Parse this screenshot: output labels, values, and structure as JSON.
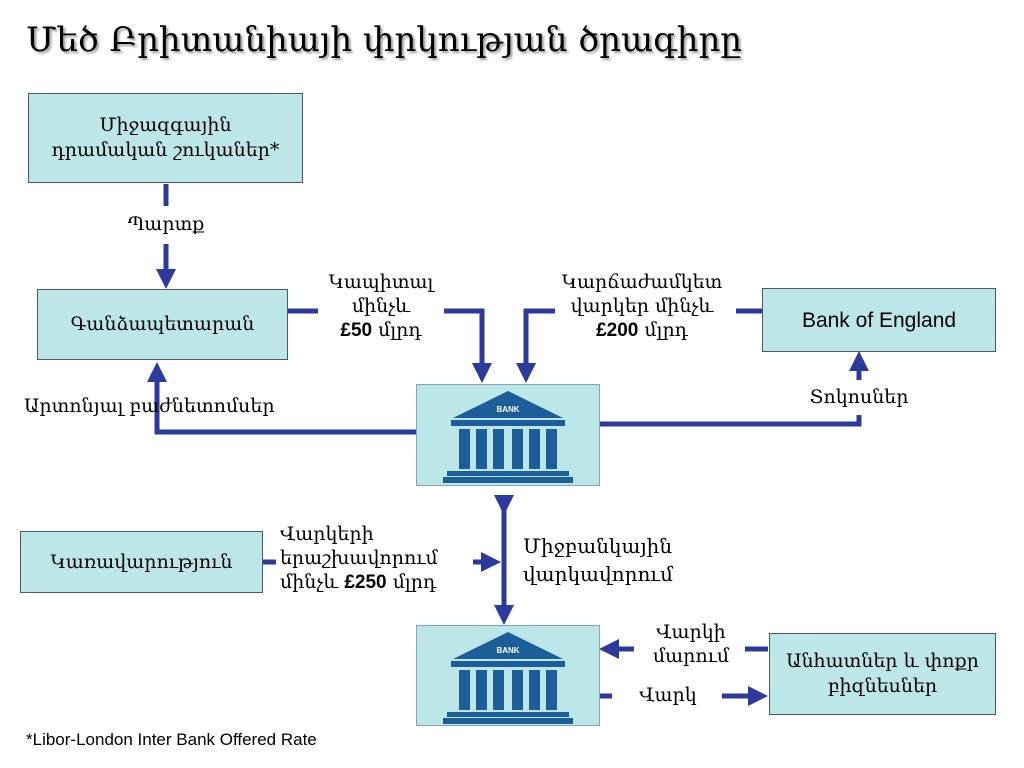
{
  "title": "Մեծ Բրիտանիայի փրկության ծրագիրը",
  "boxes": {
    "libor": "Միջազգային դրամական շուկաներ*",
    "treasury": "Գանձապետարան",
    "boe": "Bank of England",
    "government": "Կառավարություն",
    "borrowers": "Անհատներ և փոքր բիզնեսներ"
  },
  "labels": {
    "debt": "Պարտք",
    "capital_line1": "Կապիտալ",
    "capital_line2": "մինչև",
    "capital_amount": "£50",
    "capital_unit": "մլրդ",
    "shortterm_line1": "Կարճաժամկետ",
    "shortterm_line2": "վարկեր մինչև",
    "shortterm_amount": "£200",
    "shortterm_unit": "մլրդ",
    "dividends": "Արտոնյալ բաժնետոմսեր",
    "interest": "Տոկոսներ",
    "guarantee_line1": "Վարկերի",
    "guarantee_line2": "երաշխավորում",
    "guarantee_prefix": "մինչև",
    "guarantee_amount": "£250",
    "guarantee_unit": "մլրդ",
    "interbank_line1": "Միջբանկային",
    "interbank_line2": "վարկավորում",
    "repay_line1": "Վարկի",
    "repay_line2": "մարում",
    "loan": "Վարկ"
  },
  "bank_icon_text": "BANK",
  "footnote": "*Libor-London Inter Bank Offered Rate",
  "colors": {
    "arrow": "#2b3a9c",
    "box_fill": "#bde6e8",
    "bank_fill": "#1b5e9a"
  }
}
